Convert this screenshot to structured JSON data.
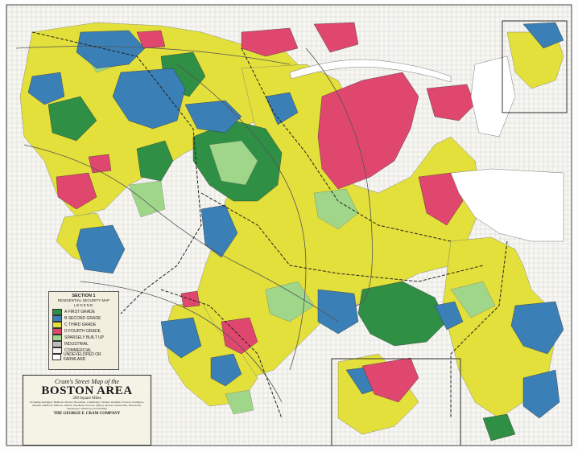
{
  "colors": {
    "paper": "#f6f6f2",
    "first_grade": "#2f8f45",
    "second_grade": "#3a7fb5",
    "third_grade": "#e3df3b",
    "fourth_grade": "#e0476e",
    "light_green": "#9fd68a",
    "water": "#ffffff",
    "road": "#666666"
  },
  "legend": {
    "section": "SECTION 1",
    "subtitle": "RESIDENTIAL SECURITY MAP",
    "heading": "LEGEND",
    "items": [
      {
        "label": "A  FIRST GRADE",
        "color": "#2f8f45"
      },
      {
        "label": "B  SECOND GRADE",
        "color": "#3a7fb5"
      },
      {
        "label": "C  THIRD GRADE",
        "color": "#e3df3b"
      },
      {
        "label": "D  FOURTH GRADE",
        "color": "#e0476e"
      },
      {
        "label": "SPARSELY BUILT UP",
        "color": "#9fd68a"
      },
      {
        "label": "INDUSTRIAL",
        "color": "#bdbdbd"
      },
      {
        "label": "COMMERCIAL",
        "color": "#f2f2f2"
      },
      {
        "label": "UNDEVELOPED OR FARMLAND",
        "color": "#ffffff"
      }
    ]
  },
  "title_block": {
    "prefix": "Cram's Street Map of the",
    "title": "BOSTON AREA",
    "area": "260 Square Miles",
    "towns": "Including Arlington, Belmont, Boston, Brookline, Cambridge, Chelsea, Dedham, Everett, Lexington, Malden, Medford, Melrose, Milton, Needham, Newton, Quincy, Revere, Somerville, Watertown, Winchester, Winthrop and Waltham",
    "publisher": "THE GEORGE F. CRAM COMPANY"
  }
}
